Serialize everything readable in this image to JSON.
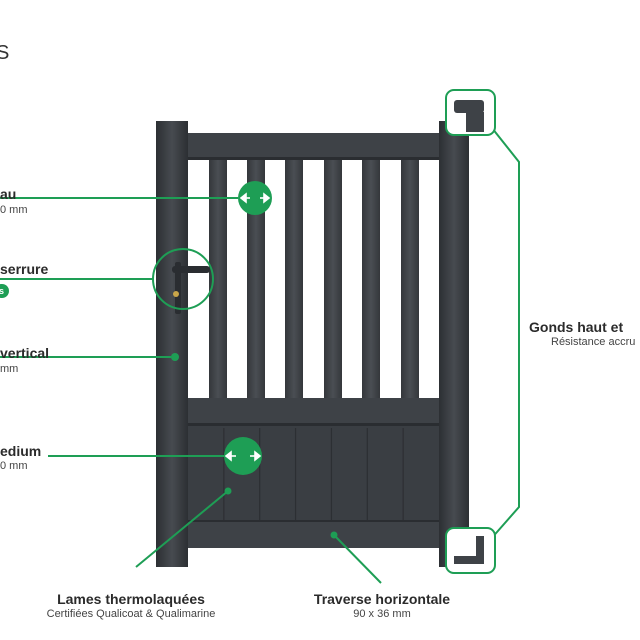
{
  "page": {
    "corner_mark": "S"
  },
  "colors": {
    "gate": "#3e4247",
    "gate_dark": "#2f3236",
    "accent": "#1e9e55"
  },
  "callouts": [
    {
      "id": "barreau",
      "title": "au",
      "detail": "0 mm",
      "badge": ""
    },
    {
      "id": "serrure",
      "title": "serrure",
      "detail": "",
      "badge": "s"
    },
    {
      "id": "montant",
      "title": "vertical",
      "detail": "mm",
      "badge": ""
    },
    {
      "id": "medium",
      "title": "edium",
      "detail": "0 mm",
      "badge": ""
    },
    {
      "id": "gonds",
      "title": "Gonds haut et",
      "detail": "Résistance accru",
      "badge": ""
    },
    {
      "id": "lames",
      "title": "Lames thermolaquées",
      "detail": "Certifiées Qualicoat & Qualimarine",
      "badge": ""
    },
    {
      "id": "traverse",
      "title": "Traverse horizontale",
      "detail": "90 x 36 mm",
      "badge": ""
    }
  ],
  "icons": {
    "width_arrows": "↔",
    "handle": "handle-icon",
    "hinge": "hinge-icon"
  }
}
